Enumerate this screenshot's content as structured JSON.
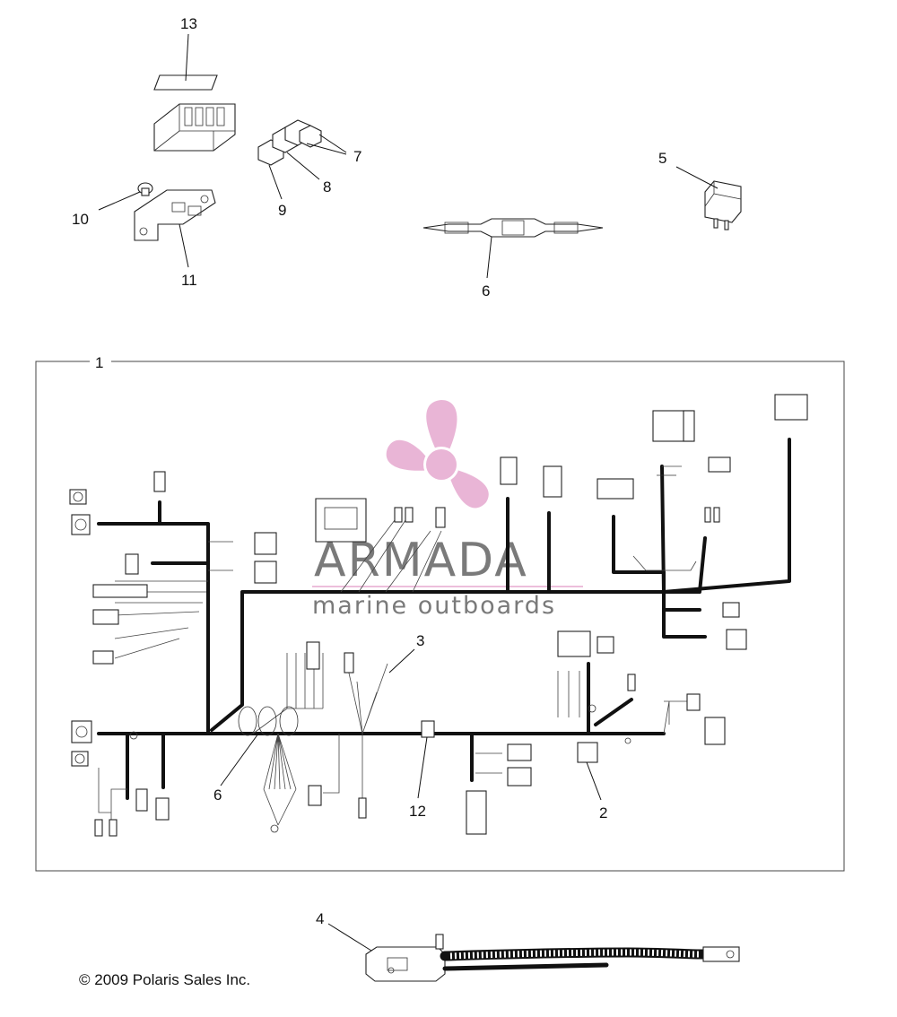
{
  "callouts": {
    "c1": "1",
    "c2": "2",
    "c3": "3",
    "c4": "4",
    "c5": "5",
    "c6_top": "6",
    "c6_main": "6",
    "c7": "7",
    "c8": "8",
    "c9": "9",
    "c10": "10",
    "c11": "11",
    "c12": "12",
    "c13": "13"
  },
  "watermark": {
    "brand": "ARMADA",
    "tagline": "marine outboards",
    "accent_color": "#e6a9cf",
    "text_color": "#7a7a7a",
    "icon": "propeller-logo-icon"
  },
  "footer": {
    "copyright": "© 2009 Polaris Sales Inc."
  }
}
